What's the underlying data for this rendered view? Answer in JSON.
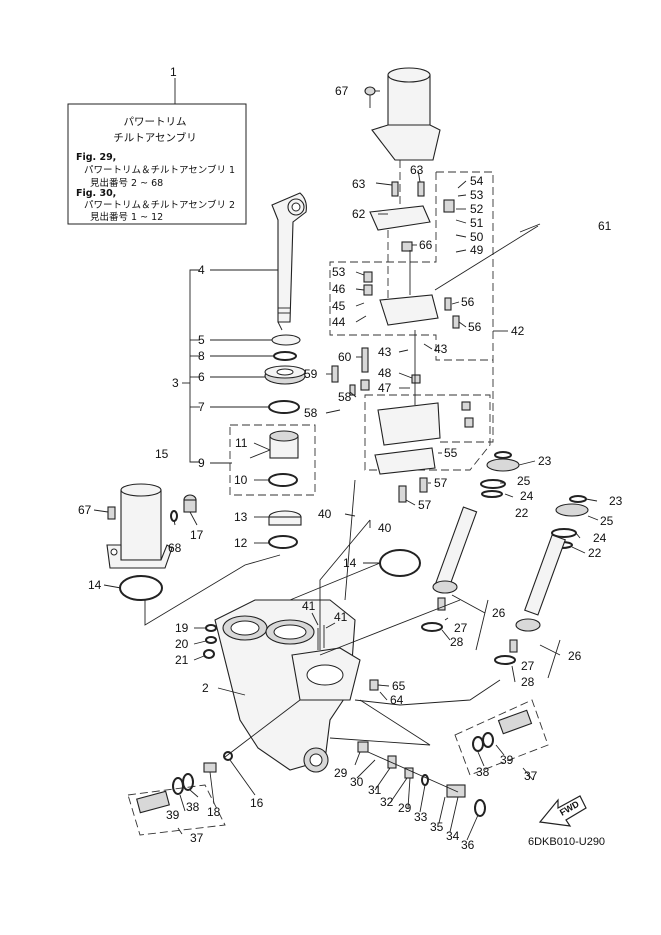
{
  "info_box": {
    "title_line1": "パワートリム",
    "title_line2": "チルトアセンブリ",
    "ref1_label": "Fig. 29,",
    "ref1_name": "パワートリム＆チルトアセンブリ 1",
    "ref1_range": "見出番号 2 ~ 68",
    "ref2_label": "Fig. 30,",
    "ref2_name": "パワートリム＆チルトアセンブリ 2",
    "ref2_range": "見出番号 1 ~ 12"
  },
  "diagram_code": "6DKB010-U290",
  "fwd_label": "FWD",
  "callouts": {
    "c1": "1",
    "c2": "2",
    "c3": "3",
    "c4": "4",
    "c5": "5",
    "c6": "6",
    "c7": "7",
    "c8": "8",
    "c9": "9",
    "c10": "10",
    "c11": "11",
    "c12": "12",
    "c13": "13",
    "c14a": "14",
    "c14b": "14",
    "c15": "15",
    "c16": "16",
    "c17": "17",
    "c18": "18",
    "c19": "19",
    "c20": "20",
    "c21": "21",
    "c22a": "22",
    "c22b": "22",
    "c23a": "23",
    "c23b": "23",
    "c24a": "24",
    "c24b": "24",
    "c25a": "25",
    "c25b": "25",
    "c26a": "26",
    "c26b": "26",
    "c27a": "27",
    "c27b": "27",
    "c28a": "28",
    "c28b": "28",
    "c29a": "29",
    "c29b": "29",
    "c30": "30",
    "c31": "31",
    "c32": "32",
    "c33": "33",
    "c34": "34",
    "c35": "35",
    "c36": "36",
    "c37a": "37",
    "c37b": "37",
    "c38a": "38",
    "c38b": "38",
    "c39a": "39",
    "c39b": "39",
    "c40a": "40",
    "c40b": "40",
    "c41a": "41",
    "c41b": "41",
    "c42": "42",
    "c43a": "43",
    "c43b": "43",
    "c44": "44",
    "c45": "45",
    "c46": "46",
    "c47": "47",
    "c48": "48",
    "c49": "49",
    "c50": "50",
    "c51": "51",
    "c52": "52",
    "c53a": "53",
    "c53b": "53",
    "c54": "54",
    "c55": "55",
    "c56a": "56",
    "c56b": "56",
    "c57a": "57",
    "c57b": "57",
    "c58a": "58",
    "c58b": "58",
    "c59": "59",
    "c60": "60",
    "c61": "61",
    "c62": "62",
    "c63a": "63",
    "c63b": "63",
    "c64": "64",
    "c65": "65",
    "c66": "66",
    "c67a": "67",
    "c67b": "67",
    "c68": "68"
  }
}
